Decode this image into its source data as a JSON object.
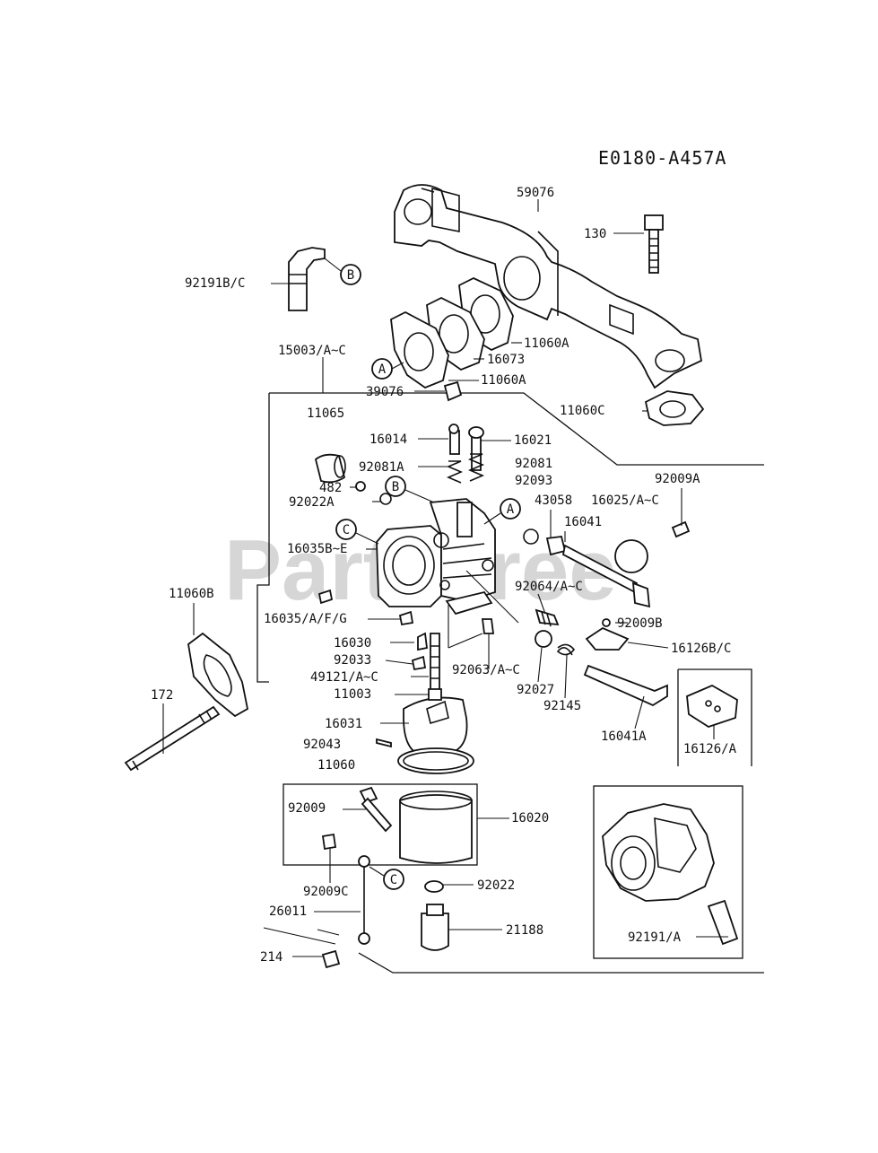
{
  "diagram": {
    "code": "E0180-A457A",
    "watermark": "PartsTree",
    "labels": {
      "p59076": "59076",
      "p130": "130",
      "p92191bc": "92191B/C",
      "p11060a_1": "11060A",
      "p16073": "16073",
      "p11060a_2": "11060A",
      "p15003": "15003/A~C",
      "p11060c": "11060C",
      "p11065": "11065",
      "p39076": "39076",
      "p16014": "16014",
      "p16021": "16021",
      "p92081a": "92081A",
      "p92081": "92081",
      "p92093": "92093",
      "p92009a": "92009A",
      "p482": "482",
      "p92022a": "92022A",
      "p43058": "43058",
      "p16025": "16025/A~C",
      "p16041": "16041",
      "p16035be": "16035B~E",
      "p11060b": "11060B",
      "p92064": "92064/A~C",
      "p16035afg": "16035/A/F/G",
      "p92009b": "92009B",
      "p16030": "16030",
      "p16126bc": "16126B/C",
      "p92033": "92033",
      "p92063": "92063/A~C",
      "p49121": "49121/A~C",
      "p92027": "92027",
      "p11003": "11003",
      "p92145": "92145",
      "p172": "172",
      "p16041a": "16041A",
      "p16031": "16031",
      "p16126a": "16126/A",
      "p92043": "92043",
      "p11060": "11060",
      "p92009": "92009",
      "p16020": "16020",
      "p92022": "92022",
      "p92009c": "92009C",
      "p26011": "26011",
      "p21188": "21188",
      "p92191a": "92191/A",
      "p214": "214"
    },
    "callouts": {
      "a1": "A",
      "a2": "A",
      "b1": "B",
      "b2": "B",
      "c1": "C",
      "c2": "C"
    }
  }
}
